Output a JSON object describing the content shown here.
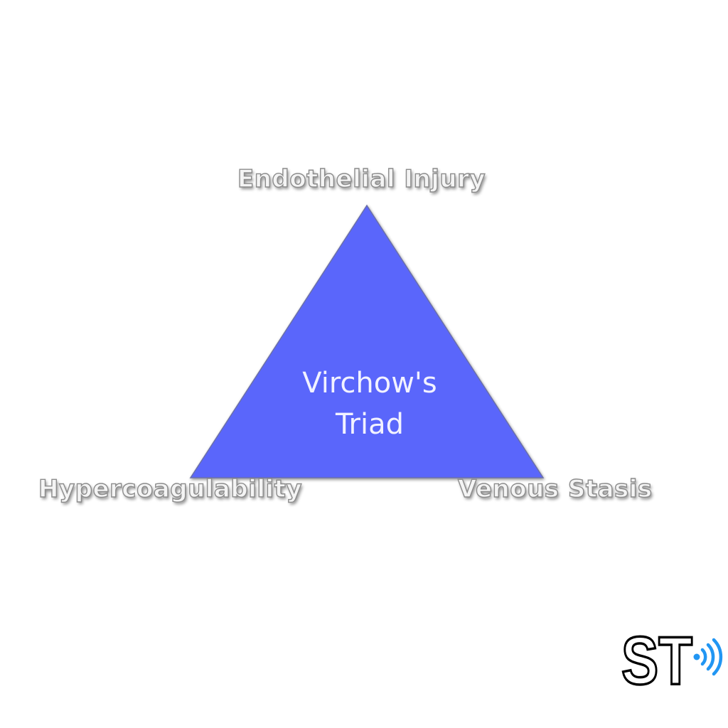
{
  "diagram": {
    "center_title_line1": "Virchow's",
    "center_title_line2": "Triad",
    "vertex_top": "Endothelial Injury",
    "vertex_left": "Hypercoagulability",
    "vertex_right": "Venous Stasis",
    "triangle_color": "#5a66fb"
  },
  "logo": {
    "text": "ST",
    "icon": "signal-waves-icon",
    "wave_color": "#2196f3"
  }
}
